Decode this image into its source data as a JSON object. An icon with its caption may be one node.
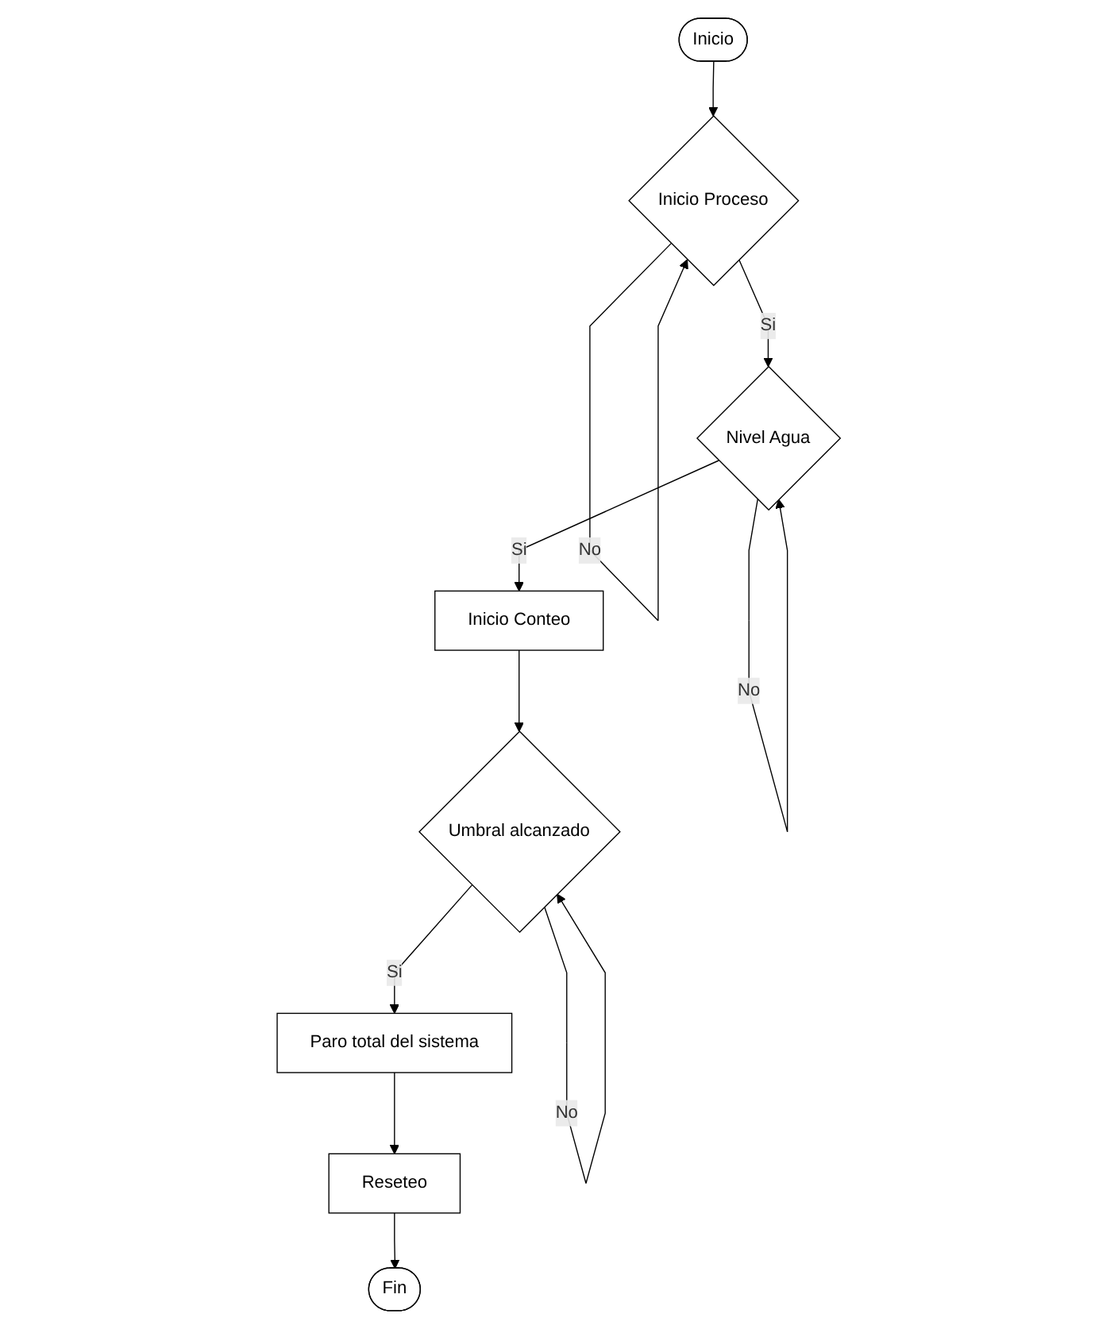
{
  "diagram": {
    "nodes": [
      {
        "text": [
          "Inicio"
        ]
      },
      {
        "text": [
          "Inicio Proceso"
        ]
      },
      {
        "text": [
          "Nivel Agua"
        ]
      },
      {
        "text": [
          "Inicio Conteo"
        ]
      },
      {
        "text": [
          "Umbral alcanzado"
        ]
      },
      {
        "text": [
          "Paro total del sistema"
        ]
      },
      {
        "text": [
          "Reseteo"
        ]
      },
      {
        "text": [
          "Fin"
        ]
      }
    ],
    "edges": [
      {
        "from": 0,
        "to": 1,
        "arrow": "to"
      },
      {
        "from": 1,
        "to": 1,
        "arrow": "to",
        "label": "No"
      },
      {
        "from": 1,
        "to": 2,
        "arrow": "to",
        "label": "Si"
      },
      {
        "from": 2,
        "to": 2,
        "arrow": "to",
        "label": "No"
      },
      {
        "from": 2,
        "to": 3,
        "arrow": "to",
        "label": "Si"
      },
      {
        "from": 3,
        "to": 4,
        "arrow": "to"
      },
      {
        "from": 4,
        "to": 4,
        "arrow": "to",
        "label": "No"
      },
      {
        "from": 4,
        "to": 5,
        "arrow": "to",
        "label": "Si"
      },
      {
        "from": 5,
        "to": 6,
        "arrow": "to"
      },
      {
        "from": 6,
        "to": 7,
        "arrow": "to"
      }
    ]
  }
}
